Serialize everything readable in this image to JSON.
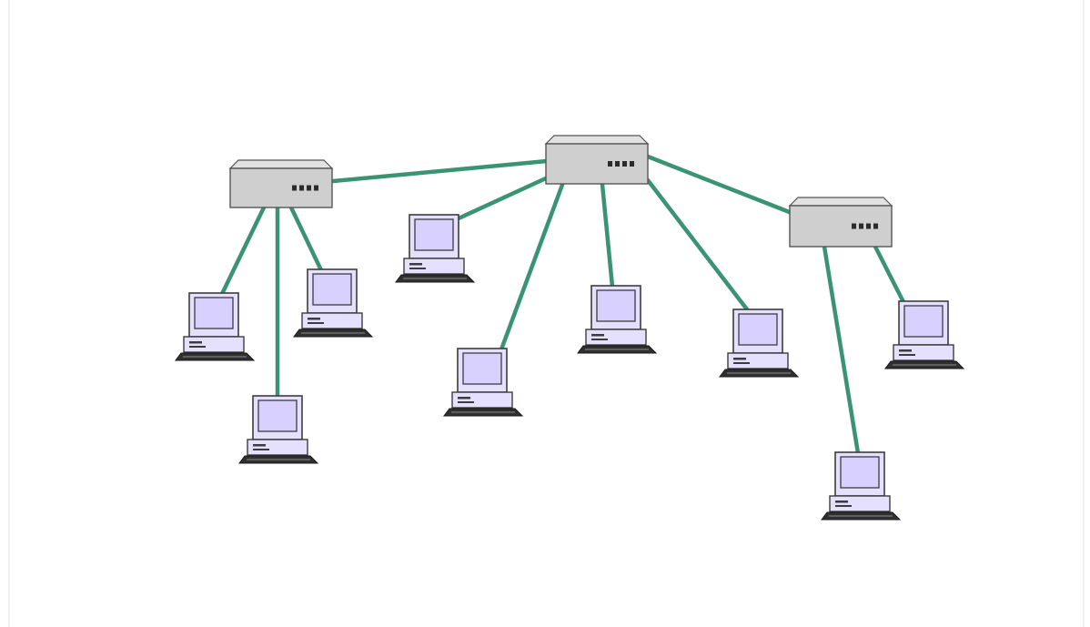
{
  "diagram": {
    "type": "network-topology",
    "colors": {
      "link": "#3a9474",
      "device_body": "#cfcfcf",
      "device_top": "#e2e2e2",
      "device_edge": "#555555",
      "monitor_screen": "#d8d0ff",
      "monitor_case": "#e6e0ff",
      "keyboard": "#303030"
    },
    "icons": {
      "hub": "network-hub-icon",
      "computer": "desktop-computer-icon"
    },
    "hubs": [
      {
        "id": "hub-left"
      },
      {
        "id": "hub-center"
      },
      {
        "id": "hub-right"
      }
    ],
    "computers": [
      {
        "id": "pc-1"
      },
      {
        "id": "pc-2"
      },
      {
        "id": "pc-3"
      },
      {
        "id": "pc-4"
      },
      {
        "id": "pc-5"
      },
      {
        "id": "pc-6"
      },
      {
        "id": "pc-7"
      },
      {
        "id": "pc-8"
      },
      {
        "id": "pc-9"
      },
      {
        "id": "pc-10"
      }
    ],
    "links": [
      {
        "from": "hub-left",
        "to": "hub-center"
      },
      {
        "from": "hub-center",
        "to": "hub-right"
      },
      {
        "from": "hub-left",
        "to": "pc-1"
      },
      {
        "from": "hub-left",
        "to": "pc-2"
      },
      {
        "from": "hub-left",
        "to": "pc-3"
      },
      {
        "from": "hub-center",
        "to": "pc-4"
      },
      {
        "from": "hub-center",
        "to": "pc-5"
      },
      {
        "from": "hub-center",
        "to": "pc-6"
      },
      {
        "from": "hub-center",
        "to": "pc-7"
      },
      {
        "from": "hub-right",
        "to": "pc-8"
      },
      {
        "from": "hub-right",
        "to": "pc-9"
      }
    ]
  }
}
